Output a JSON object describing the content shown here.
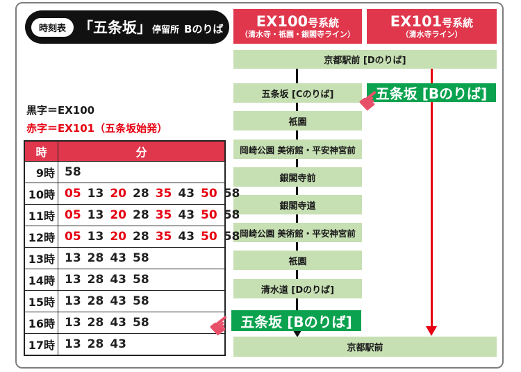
{
  "title": {
    "badge": "時刻表",
    "stop_name": "「五条坂」",
    "stop_suffix": "停留所",
    "platform": "Bのりば"
  },
  "legend": {
    "black_label": "黒字＝EX100",
    "red_label": "赤字＝EX101（五条坂始発）"
  },
  "colors": {
    "header_red": "#e0374d",
    "accent_red": "#e60012",
    "light_green": "#c6dfb3",
    "dark_green": "#0ba24f",
    "hand_pink": "#e8506a",
    "title_black": "#111111"
  },
  "timetable": {
    "col_hour": "時",
    "col_minute": "分",
    "rows": [
      {
        "hour": "9時",
        "minutes": [
          {
            "v": "58",
            "red": false
          }
        ]
      },
      {
        "hour": "10時",
        "minutes": [
          {
            "v": "05",
            "red": true
          },
          {
            "v": "13",
            "red": false
          },
          {
            "v": "20",
            "red": true
          },
          {
            "v": "28",
            "red": false
          },
          {
            "v": "35",
            "red": true
          },
          {
            "v": "43",
            "red": false
          },
          {
            "v": "50",
            "red": true
          },
          {
            "v": "58",
            "red": false
          }
        ]
      },
      {
        "hour": "11時",
        "minutes": [
          {
            "v": "05",
            "red": true
          },
          {
            "v": "13",
            "red": false
          },
          {
            "v": "20",
            "red": true
          },
          {
            "v": "28",
            "red": false
          },
          {
            "v": "35",
            "red": true
          },
          {
            "v": "43",
            "red": false
          },
          {
            "v": "50",
            "red": true
          },
          {
            "v": "58",
            "red": false
          }
        ]
      },
      {
        "hour": "12時",
        "minutes": [
          {
            "v": "05",
            "red": true
          },
          {
            "v": "13",
            "red": false
          },
          {
            "v": "20",
            "red": true
          },
          {
            "v": "28",
            "red": false
          },
          {
            "v": "35",
            "red": true
          },
          {
            "v": "43",
            "red": false
          },
          {
            "v": "50",
            "red": true
          },
          {
            "v": "58",
            "red": false
          }
        ]
      },
      {
        "hour": "13時",
        "minutes": [
          {
            "v": "13",
            "red": false
          },
          {
            "v": "28",
            "red": false
          },
          {
            "v": "43",
            "red": false
          },
          {
            "v": "58",
            "red": false
          }
        ]
      },
      {
        "hour": "14時",
        "minutes": [
          {
            "v": "13",
            "red": false
          },
          {
            "v": "28",
            "red": false
          },
          {
            "v": "43",
            "red": false
          },
          {
            "v": "58",
            "red": false
          }
        ]
      },
      {
        "hour": "15時",
        "minutes": [
          {
            "v": "13",
            "red": false
          },
          {
            "v": "28",
            "red": false
          },
          {
            "v": "43",
            "red": false
          },
          {
            "v": "58",
            "red": false
          }
        ]
      },
      {
        "hour": "16時",
        "minutes": [
          {
            "v": "13",
            "red": false
          },
          {
            "v": "28",
            "red": false
          },
          {
            "v": "43",
            "red": false
          },
          {
            "v": "58",
            "red": false
          }
        ]
      },
      {
        "hour": "17時",
        "minutes": [
          {
            "v": "13",
            "red": false
          },
          {
            "v": "28",
            "red": false
          },
          {
            "v": "43",
            "red": false
          }
        ]
      }
    ]
  },
  "routes": {
    "ex100": {
      "name": "EX100",
      "name_suffix": "号系統",
      "subtitle": "（清水寺・祇園・銀閣寺ライン）"
    },
    "ex101": {
      "name": "EX101",
      "name_suffix": "号系統",
      "subtitle": "（清水寺ライン）"
    }
  },
  "diagram": {
    "shared_top": "京都駅前 [Dのりば]",
    "shared_bottom": "京都駅前",
    "ex100_stops": [
      "五条坂 [Cのりば]",
      "祇園",
      "岡崎公園 美術館・平安神宮前",
      "銀閣寺前",
      "銀閣寺道",
      "岡崎公園 美術館・平安神宮前",
      "祇園",
      "清水道 [Dのりば]"
    ],
    "highlight_stop": "五条坂 [Bのりば]",
    "hand_icon": "☛"
  }
}
